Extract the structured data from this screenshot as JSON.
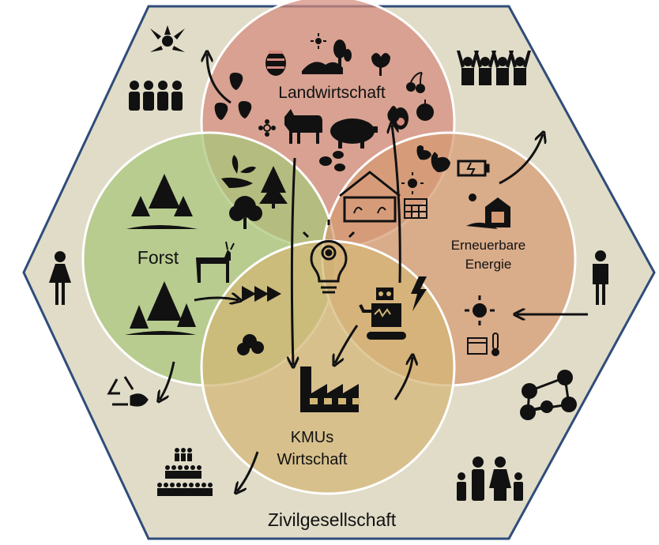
{
  "diagram": {
    "civil_society_label": "Zivilgesellschaft",
    "sectors": {
      "agriculture": {
        "label": "Landwirtschaft",
        "color": "#d48a7c"
      },
      "forestry": {
        "label": "Forst",
        "color": "#a7c67a"
      },
      "energy": {
        "label_line1": "Erneuerbare",
        "label_line2": "Energie",
        "color": "#d69a72"
      },
      "smes": {
        "label_line1": "KMUs",
        "label_line2": "Wirtschaft",
        "color": "#d2b574"
      }
    },
    "hexagon_color": "#e0dcc8",
    "hexagon_border": "#2f4c7a",
    "icons": [
      "hands-circle-icon",
      "people-group-icon",
      "raised-hands-people-icon",
      "woman-icon",
      "man-icon",
      "recycle-icon",
      "network-people-icon",
      "population-pyramid-icon",
      "family-icon",
      "beehive-icon",
      "sun-icon",
      "hills-icon",
      "tree-icon",
      "tulip-icon",
      "cherries-icon",
      "strawberry-icon",
      "apple-icon",
      "avocado-icon",
      "pear-icon",
      "flower-icon",
      "goat-icon",
      "pig-icon",
      "eggs-icon",
      "chicken-icon",
      "rooster-icon",
      "greenhouse-icon",
      "seedling-hand-icon",
      "tree-pine-icon",
      "tree-round-icon",
      "forest-icon",
      "deer-icon",
      "logs-icon",
      "broccoli-tree-icon",
      "lightbulb-gear-icon",
      "robot-icon",
      "lightning-icon",
      "factory-icon",
      "battery-charging-icon",
      "barn-icon",
      "calendar-icon",
      "thermometer-icon"
    ]
  }
}
